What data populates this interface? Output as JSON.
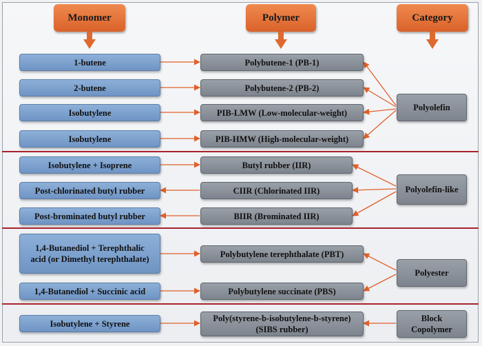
{
  "headers": {
    "monomer": "Monomer",
    "polymer": "Polymer",
    "category": "Category"
  },
  "rows": [
    {
      "monomer": "1-butene",
      "polymer": "Polybutene-1 (PB-1)"
    },
    {
      "monomer": "2-butene",
      "polymer": "Polybutene-2 (PB-2)"
    },
    {
      "monomer": "Isobutylene",
      "polymer": "PIB-LMW (Low-molecular-weight)"
    },
    {
      "monomer": "Isobutylene",
      "polymer": "PIB-HMW (High-molecular-weight)"
    },
    {
      "monomer": "Isobutylene + Isoprene",
      "polymer": "Butyl rubber (IIR)"
    },
    {
      "monomer": "Post-chlorinated butyl rubber",
      "polymer": "CIIR (Chlorinated IIR)"
    },
    {
      "monomer": "Post-brominated butyl rubber",
      "polymer": "BIIR (Brominated IIR)"
    },
    {
      "monomer": "1,4-Butanediol + Terephthalic acid (or Dimethyl terephthalate)",
      "polymer": "Polybutylene terephthalate (PBT)"
    },
    {
      "monomer": "1,4-Butanediol + Succinic acid",
      "polymer": "Polybutylene succinate (PBS)"
    },
    {
      "monomer": "Isobutylene + Styrene",
      "polymer": "Poly(styrene-b-isobutylene-b-styrene) (SIBS rubber)"
    }
  ],
  "categories": [
    {
      "label": "Polyolefin"
    },
    {
      "label": "Polyolefin-like"
    },
    {
      "label": "Polyester"
    },
    {
      "label": "Block Copolymer"
    }
  ],
  "colors": {
    "accent": "#e0602a",
    "separator": "#a8222a",
    "monomer_box": "#7a9fcd",
    "polymer_box": "#8a9099"
  }
}
